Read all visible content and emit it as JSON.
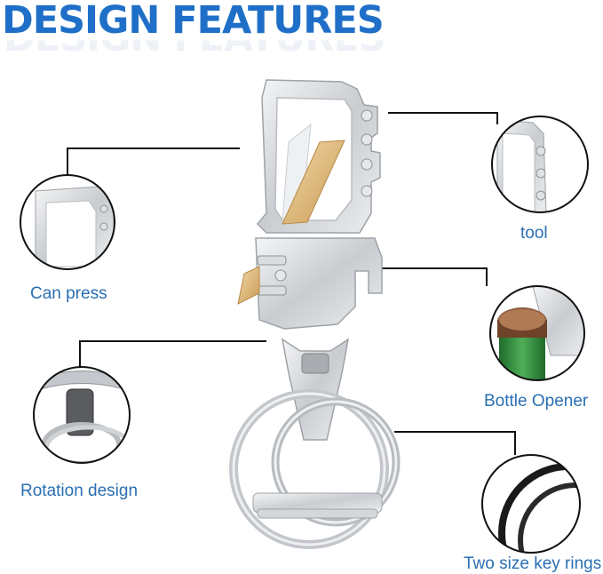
{
  "title": "DESIGN FEATURES",
  "features": [
    {
      "label": "Can press"
    },
    {
      "label": "tool"
    },
    {
      "label": "Bottle Opener"
    },
    {
      "label": "Rotation design"
    },
    {
      "label": "Two size key rings"
    }
  ],
  "colors": {
    "title": "#1f6fc8",
    "label": "#2a6fb3",
    "metal": "#d7d9dc",
    "bottle_cap": "#8a5a3c",
    "bottle_glass": "#2f8a3a",
    "line": "#111111"
  }
}
